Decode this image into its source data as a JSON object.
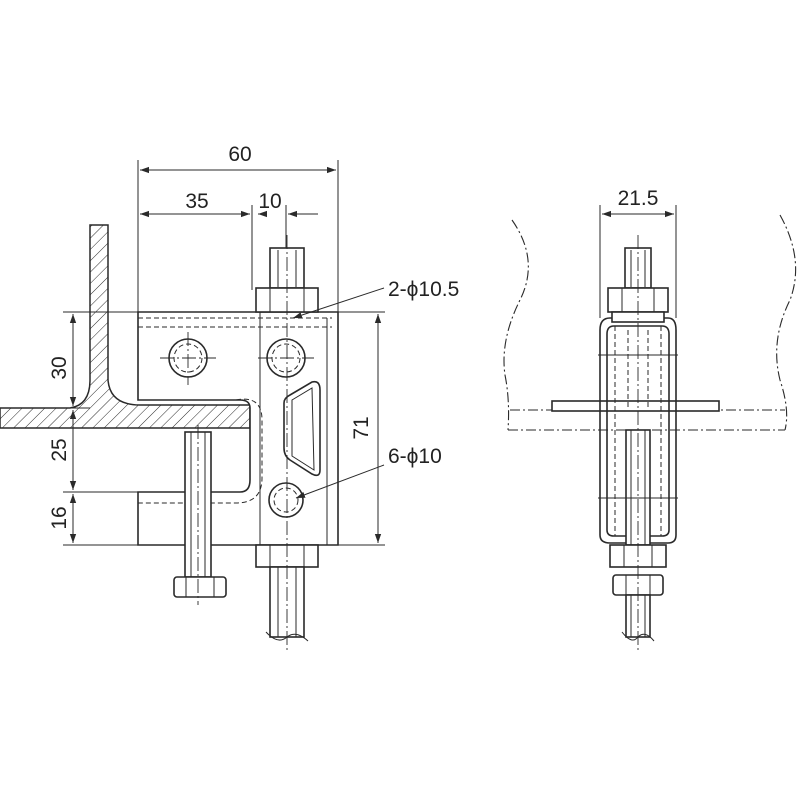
{
  "dimensions": {
    "overall_width": "60",
    "left_width": "35",
    "slot_width": "10",
    "total_height": "71",
    "upper_height": "30",
    "middle_height": "25",
    "lower_height": "16",
    "side_width": "21.5",
    "hole_upper": "2-ϕ10.5",
    "hole_lower": "6-ϕ10"
  },
  "colors": {
    "line": "#2a2a2a",
    "background": "#ffffff"
  }
}
